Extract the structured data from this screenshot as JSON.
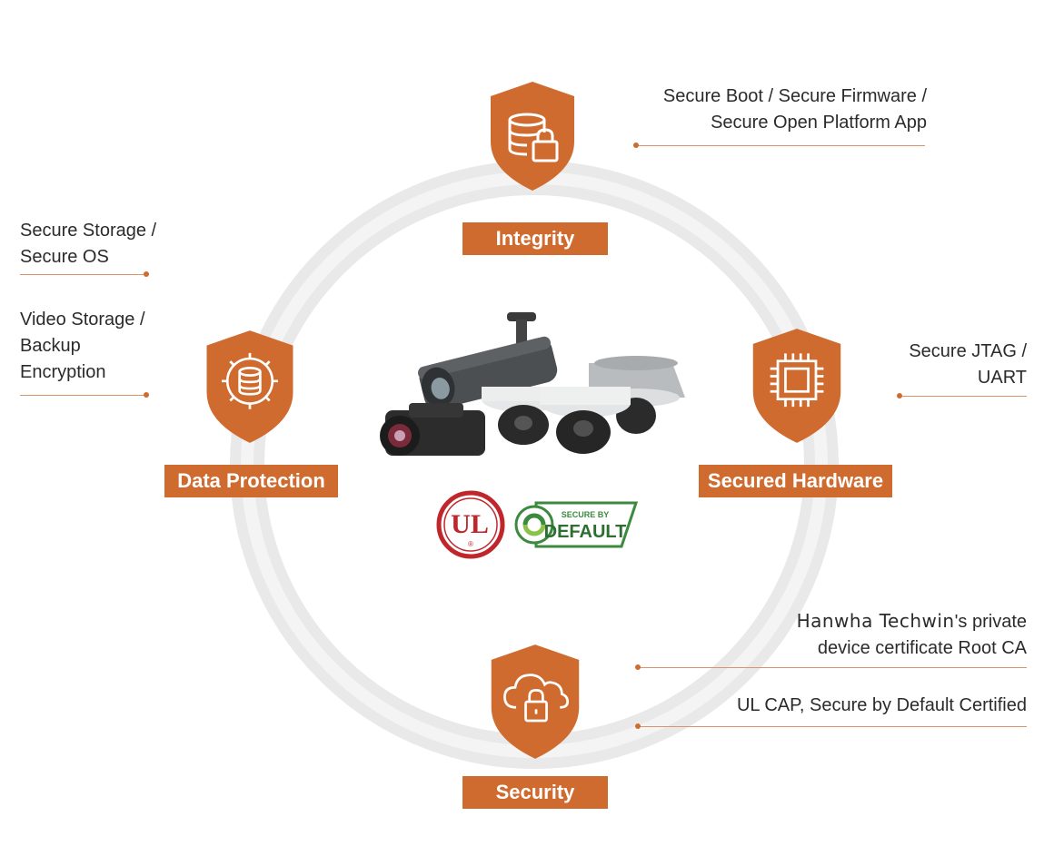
{
  "pillars": {
    "integrity": {
      "label": "Integrity",
      "icon": "database-lock-icon"
    },
    "secured_hardware": {
      "label": "Secured Hardware",
      "icon": "chip-icon"
    },
    "security": {
      "label": "Security",
      "icon": "cloud-lock-icon"
    },
    "data_protection": {
      "label": "Data Protection",
      "icon": "gear-database-icon"
    }
  },
  "notes": {
    "integrity_line1": "Secure Boot / Secure Firmware /",
    "integrity_line2": "Secure Open Platform App",
    "storage_line1": "Secure Storage /",
    "storage_line2": "Secure OS",
    "video_line1": "Video Storage /",
    "video_line2": "Backup",
    "video_line3": "Encryption",
    "jtag_line1": "Secure JTAG /",
    "jtag_line2": "UART",
    "ca_brand": "Hanwha Techwin",
    "ca_line1_rest": "'s private",
    "ca_line2": "device certificate Root CA",
    "ulcap": "UL CAP, Secure by Default Certified"
  },
  "logos": {
    "ul_text": "UL",
    "ul_mark": "®",
    "sbd_top": "SECURE BY",
    "sbd_bottom": "DEFAULT"
  },
  "colors": {
    "accent": "#d06b2f",
    "ring": "#e8e8e8",
    "ul_red": "#c0272d",
    "sbd_green": "#3b8a3e"
  }
}
